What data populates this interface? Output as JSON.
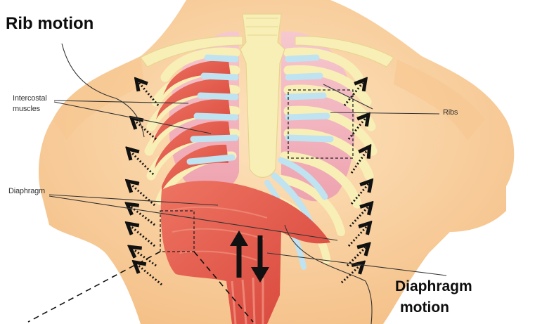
{
  "labels": {
    "rib_motion": "Rib motion",
    "intercostal": "Intercostal",
    "muscles": "muscles",
    "ribs": "Ribs",
    "diaphragm": "Diaphragm",
    "diaphragm_motion_1": "Diaphragm",
    "diaphragm_motion_2": "motion"
  },
  "colors": {
    "skin": "#fbd7a8",
    "skin_shadow": "#f2b97c",
    "bone": "#f8efb7",
    "muscle": "#e4584a",
    "muscle_dark": "#c9382e",
    "cartilage": "#bfe3f0",
    "lung": "#f2b9c3",
    "arrow": "#111111"
  }
}
